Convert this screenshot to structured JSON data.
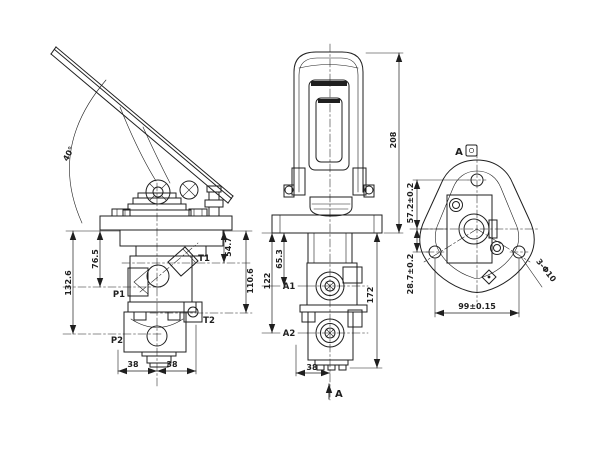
{
  "colors": {
    "line": "#1f1f1f",
    "background": "#ffffff"
  },
  "side": {
    "angle": "40°",
    "dims": {
      "total": "132.6",
      "p1_height": "76.5",
      "t1_height": "54.7",
      "t2_height": "110.6",
      "width_left": "38",
      "width_right": "38"
    },
    "ports": {
      "p1": "P1",
      "p2": "P2",
      "t1": "T1",
      "t2": "T2"
    }
  },
  "front": {
    "dims": {
      "pedal_height": "208",
      "a1_height": "65.3",
      "a2_height": "122",
      "body_height": "172",
      "width": "38",
      "hole_top": "57.2±0.2",
      "hole_lower": "28.7±0.2"
    },
    "ports": {
      "a1": "A1",
      "a2": "A2"
    },
    "section_label": "A"
  },
  "aview": {
    "label": "A",
    "dims": {
      "hole_spacing": "99±0.15",
      "mount_holes": "3-Φ10"
    }
  }
}
